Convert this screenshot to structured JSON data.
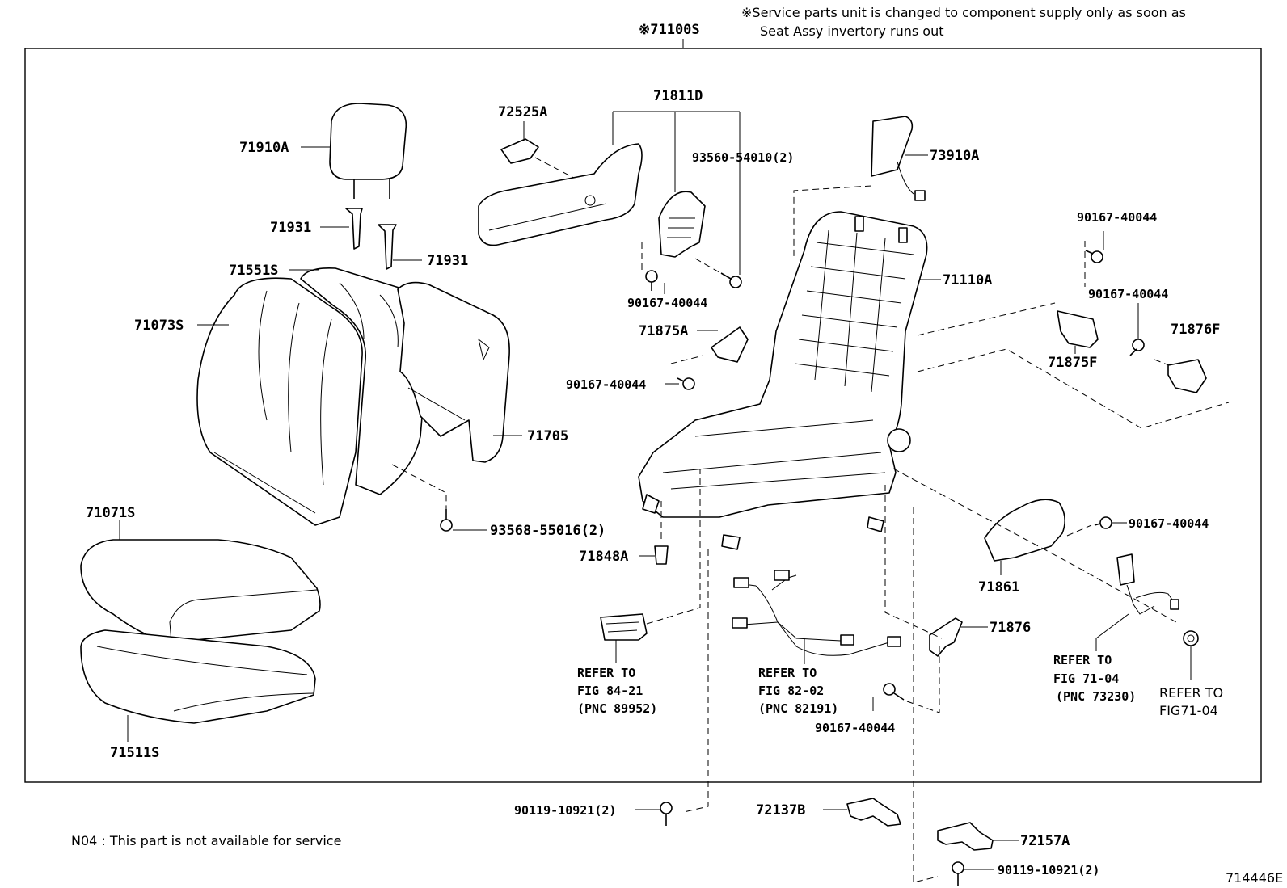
{
  "header": {
    "assembly_code": "※71100S",
    "service_note_line1": "※Service parts unit is changed to component supply only as soon as",
    "service_note_line2": "Seat Assy invertory runs out"
  },
  "parts": {
    "p71910A": "71910A",
    "p71931_a": "71931",
    "p71931_b": "71931",
    "p71551S": "71551S",
    "p71073S": "71073S",
    "p71705": "71705",
    "p93568": "93568-55016(2)",
    "p71071S": "71071S",
    "p71511S": "71511S",
    "p72525A": "72525A",
    "p71811D": "71811D",
    "p93560": "93560-54010(2)",
    "p90167_a": "90167-40044",
    "p73910A": "73910A",
    "p71110A": "71110A",
    "p71875A": "71875A",
    "p90167_b": "90167-40044",
    "p90167_c": "90167-40044",
    "p90167_d": "90167-40044",
    "p71876F": "71876F",
    "p71875F": "71875F",
    "p90167_e": "90167-40044",
    "p71861": "71861",
    "p71848A": "71848A",
    "p71876": "71876",
    "p90167_f": "90167-40044",
    "p90119_a": "90119-10921(2)",
    "p72137B": "72137B",
    "p72157A": "72157A",
    "p90119_b": "90119-10921(2)"
  },
  "references": {
    "ref1": {
      "line1": "REFER TO",
      "line2": "FIG 84-21",
      "line3": "(PNC 89952)"
    },
    "ref2": {
      "line1": "REFER TO",
      "line2": "FIG 82-02",
      "line3": "(PNC 82191)"
    },
    "ref3": {
      "line1": "REFER TO",
      "line2": "FIG 71-04",
      "line3": "(PNC 73230)"
    },
    "ref4": {
      "line1": "REFER TO",
      "line2": "FIG71-04"
    }
  },
  "footer": {
    "note": "N04 : This part is not available for service",
    "figure_code": "714446E"
  }
}
